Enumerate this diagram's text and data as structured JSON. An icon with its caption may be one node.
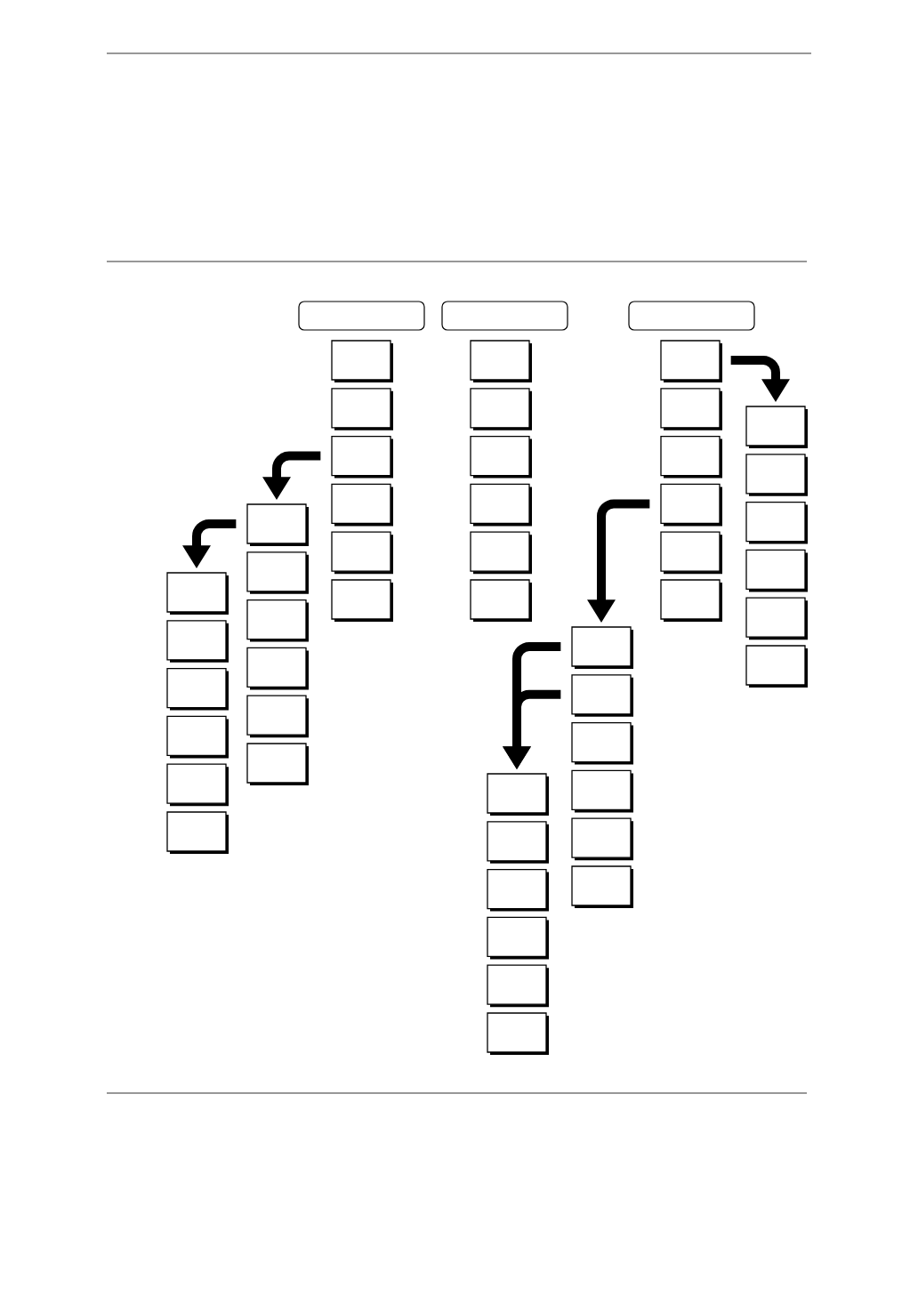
{
  "diagram": {
    "nodes": [
      {
        "text": [],
        "shape": "box"
      },
      {
        "text": [],
        "shape": "box"
      },
      {
        "text": [],
        "shape": "box"
      },
      {
        "text": [],
        "shape": "box"
      },
      {
        "text": [],
        "shape": "box"
      },
      {
        "text": [],
        "shape": "box"
      },
      {
        "text": [],
        "shape": "box"
      },
      {
        "text": [],
        "shape": "box"
      },
      {
        "text": [],
        "shape": "box"
      },
      {
        "text": [],
        "shape": "box"
      },
      {
        "text": [],
        "shape": "box"
      },
      {
        "text": [],
        "shape": "box"
      },
      {
        "text": [],
        "shape": "box"
      },
      {
        "text": [],
        "shape": "box"
      },
      {
        "text": [],
        "shape": "box"
      },
      {
        "text": [],
        "shape": "box"
      },
      {
        "text": [],
        "shape": "box"
      },
      {
        "text": [],
        "shape": "box"
      },
      {
        "text": [],
        "shape": "box"
      },
      {
        "text": [],
        "shape": "box"
      },
      {
        "text": [],
        "shape": "box"
      },
      {
        "text": [],
        "shape": "box"
      },
      {
        "text": [],
        "shape": "box"
      },
      {
        "text": [],
        "shape": "box"
      },
      {
        "text": [],
        "shape": "box"
      },
      {
        "text": [],
        "shape": "box"
      },
      {
        "text": [],
        "shape": "box"
      },
      {
        "text": [],
        "shape": "box"
      },
      {
        "text": [],
        "shape": "box"
      },
      {
        "text": [],
        "shape": "box"
      },
      {
        "text": [],
        "shape": "box"
      },
      {
        "text": [],
        "shape": "box"
      },
      {
        "text": [],
        "shape": "box"
      },
      {
        "text": [],
        "shape": "box"
      },
      {
        "text": [],
        "shape": "box"
      },
      {
        "text": [],
        "shape": "box"
      },
      {
        "text": [],
        "shape": "box"
      },
      {
        "text": [],
        "shape": "box"
      },
      {
        "text": [],
        "shape": "box"
      },
      {
        "text": [],
        "shape": "box"
      },
      {
        "text": [],
        "shape": "box"
      },
      {
        "text": [],
        "shape": "box"
      },
      {
        "text": [],
        "shape": "box"
      },
      {
        "text": [],
        "shape": "box"
      },
      {
        "text": [],
        "shape": "box"
      },
      {
        "text": [],
        "shape": "box"
      },
      {
        "text": [],
        "shape": "box"
      },
      {
        "text": [],
        "shape": "box"
      },
      {
        "text": [],
        "shape": "box"
      },
      {
        "text": [],
        "shape": "box"
      },
      {
        "text": [],
        "shape": "box"
      }
    ],
    "edges": [
      {
        "from": 15,
        "to": 21,
        "arrow": "to"
      },
      {
        "from": 5,
        "to": 27,
        "arrow": "to"
      },
      {
        "from": 27,
        "to": 33,
        "arrow": "to"
      },
      {
        "from": 18,
        "to": 39,
        "arrow": "to"
      },
      {
        "from": 39,
        "to": 45,
        "arrow": "to"
      },
      {
        "from": 40,
        "to": 45,
        "arrow": "to"
      }
    ]
  }
}
